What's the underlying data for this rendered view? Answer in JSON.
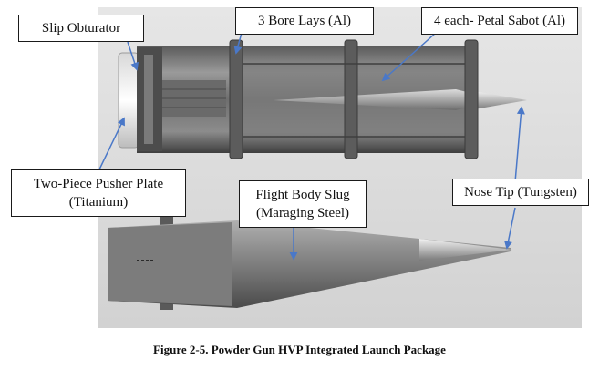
{
  "labels": {
    "slip_obturator": "Slip Obturator",
    "bore_lays": "3 Bore Lays (Al)",
    "petal_sabot": "4 each- Petal Sabot (Al)",
    "pusher_plate_line1": "Two-Piece Pusher Plate",
    "pusher_plate_line2": "(Titanium)",
    "flight_body_line1": "Flight Body Slug",
    "flight_body_line2": "(Maraging Steel)",
    "nose_tip": "Nose Tip (Tungsten)"
  },
  "caption": "Figure 2-5. Powder Gun HVP Integrated Launch Package",
  "colors": {
    "backdrop": "#dcdcdc",
    "metal_dark": "#4a4a4a",
    "metal_mid": "#8a8a8a",
    "metal_light": "#c8c8c8",
    "arrow": "#4a78c8"
  }
}
